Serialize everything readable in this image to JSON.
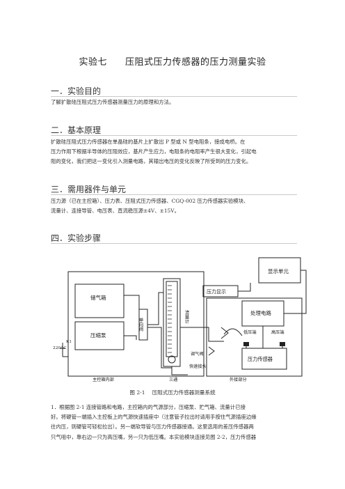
{
  "title": {
    "num": "实验七",
    "name": "压阻式压力传感器的压力测量实验"
  },
  "sections": [
    {
      "heading": "一．实验目的",
      "lines": [
        "了解扩散硅压阻式压力传感器测量压力的原理和方法。"
      ]
    },
    {
      "heading": "二．基本原理",
      "lines": [
        "扩散硅压阻式压力传感器在单晶硅的基片上扩散出 P 型或 N 型电阻条，接成电桥。在",
        "压力作用下根据半导体的压阻效应，基片产生应力，电阻条的电阻率产生很大变化，引起电",
        "阻的变化，我们把这一变化引入测量电路，其输出电压的变化反映了所受到的压力变化。"
      ]
    },
    {
      "heading": "三．需用器件与单元",
      "lines": [
        "压力源（已在主控箱）、压力表、压阻式压力传感器、CGQ-002 压力传感器实验模块、",
        "流量计、连接导管、电压表、直流稳压源±4V、±15V。"
      ]
    },
    {
      "heading": "四．实验步骤",
      "lines": []
    }
  ],
  "figure": {
    "labels": {
      "storage": "储气箱",
      "compressor": "压缩泵",
      "check_valve": "单向阀",
      "flowmeter": "流量计",
      "pressure_display": "压力显示",
      "display_unit": "显示单元",
      "processing": "处理电路",
      "low_port": "低压端",
      "high_port": "高压端",
      "sensor": "压力传感器",
      "bleed_valve": "调气阀",
      "quick_connector": "快速接头",
      "tee": "三通",
      "inside": "主控箱内部",
      "outside": "外接部分",
      "ac": "220AC",
      "switch": "K1"
    },
    "caption": {
      "num": "图 2-1",
      "text": "压阻式压力传感器测量系统"
    }
  },
  "steps": [
    "1．根据图 2-1 连接管路和电路，主控箱内的气源部分，压缩泵、贮气箱、流量计已接",
    "好。将硬管一端插入主控板上的气源快速插座中（注意管子拉出时请用手按住气源插座边缘",
    "往内压，则硬管可轻松拉出）。另一端软导管与压力传感器接通。这里选用的差压传感器两",
    "只气咀中，靠右边一只为高压嘴，另一只为低压嘴。本实验模块连接见图 2-2，压力传感器"
  ]
}
